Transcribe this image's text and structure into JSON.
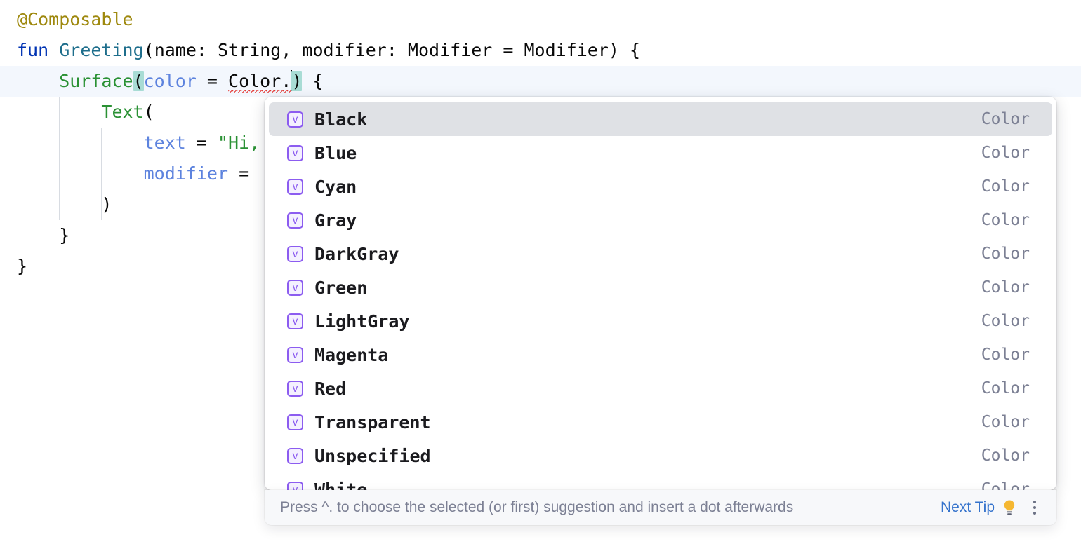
{
  "editor": {
    "lines": [
      {
        "indent": 0,
        "tokens": [
          {
            "text": "@Composable",
            "cls": "tok-anno"
          }
        ]
      },
      {
        "indent": 0,
        "tokens": [
          {
            "text": "fun ",
            "cls": "tok-kw"
          },
          {
            "text": "Greeting",
            "cls": "tok-fnname"
          },
          {
            "text": "(name: String, modifier: Modifier = Modifier) {",
            "cls": "tok-plain"
          }
        ]
      },
      {
        "indent": 1,
        "caret_row": true,
        "tokens": [
          {
            "text": "Surface",
            "cls": "tok-call"
          },
          {
            "text": "(",
            "cls": "brace-hl"
          },
          {
            "text": "color",
            "cls": "tok-param"
          },
          {
            "text": " = ",
            "cls": "tok-plain"
          },
          {
            "text": "Color.",
            "cls": "squiggle"
          },
          {
            "text": ")",
            "cls": "brace-hl"
          },
          {
            "text": " {",
            "cls": "tok-plain"
          }
        ]
      },
      {
        "indent": 2,
        "tokens": [
          {
            "text": "Text",
            "cls": "tok-call"
          },
          {
            "text": "(",
            "cls": "tok-plain"
          }
        ]
      },
      {
        "indent": 3,
        "tokens": [
          {
            "text": "text",
            "cls": "tok-param"
          },
          {
            "text": " = ",
            "cls": "tok-plain"
          },
          {
            "text": "\"Hi,",
            "cls": "tok-string"
          }
        ]
      },
      {
        "indent": 3,
        "tokens": [
          {
            "text": "modifier",
            "cls": "tok-param"
          },
          {
            "text": " = ",
            "cls": "tok-plain"
          }
        ]
      },
      {
        "indent": 2,
        "tokens": [
          {
            "text": ")",
            "cls": "tok-plain"
          }
        ]
      },
      {
        "indent": 1,
        "tokens": [
          {
            "text": "}",
            "cls": "tok-plain"
          }
        ]
      },
      {
        "indent": 0,
        "tokens": [
          {
            "text": "}",
            "cls": "tok-plain"
          }
        ]
      }
    ],
    "full_text": "@Composable\nfun Greeting(name: String, modifier: Modifier = Modifier) {\n    Surface(color = Color.) {\n        Text(\n            text = \"Hi, \n            modifier = \n        )\n    }\n}"
  },
  "completion_popup": {
    "icon_glyph": "v",
    "icon_semantic": "kotlin-property-icon",
    "selected_index": 0,
    "items": [
      {
        "label": "Black",
        "type": "Color"
      },
      {
        "label": "Blue",
        "type": "Color"
      },
      {
        "label": "Cyan",
        "type": "Color"
      },
      {
        "label": "Gray",
        "type": "Color"
      },
      {
        "label": "DarkGray",
        "type": "Color"
      },
      {
        "label": "Green",
        "type": "Color"
      },
      {
        "label": "LightGray",
        "type": "Color"
      },
      {
        "label": "Magenta",
        "type": "Color"
      },
      {
        "label": "Red",
        "type": "Color"
      },
      {
        "label": "Transparent",
        "type": "Color"
      },
      {
        "label": "Unspecified",
        "type": "Color"
      },
      {
        "label": "White",
        "type": "Color"
      }
    ]
  },
  "hint_bar": {
    "text": "Press ^. to choose the selected (or first) suggestion and insert a dot afterwards",
    "next_tip_label": "Next Tip",
    "bulb_icon": "lightbulb-icon",
    "more_icon": "more-vertical-icon"
  },
  "colors": {
    "accent_link": "#3573cc",
    "selected_row_bg": "#dfe1e5",
    "icon_violet": "#8c5cf0",
    "bulb_yellow": "#f5b731",
    "keyword_blue": "#0033b3",
    "function_green": "#2a9134",
    "annotation_olive": "#9e880d",
    "param_blue": "#5d83de",
    "error_red": "#e53935",
    "caret_row_bg": "#f3f7fd",
    "brace_match": "#a8dcd5",
    "type_gray": "#7c8094"
  }
}
